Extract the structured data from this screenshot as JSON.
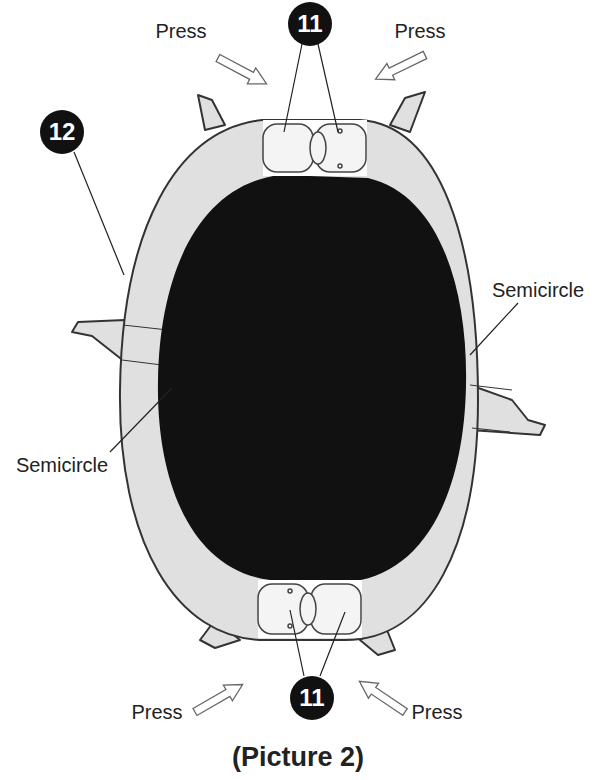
{
  "diagram": {
    "caption": "(Picture 2)",
    "labels": [
      "Press",
      "11",
      "Press",
      "12",
      "Semicircle",
      "Semicircle",
      "Press",
      "11",
      "Press"
    ]
  }
}
